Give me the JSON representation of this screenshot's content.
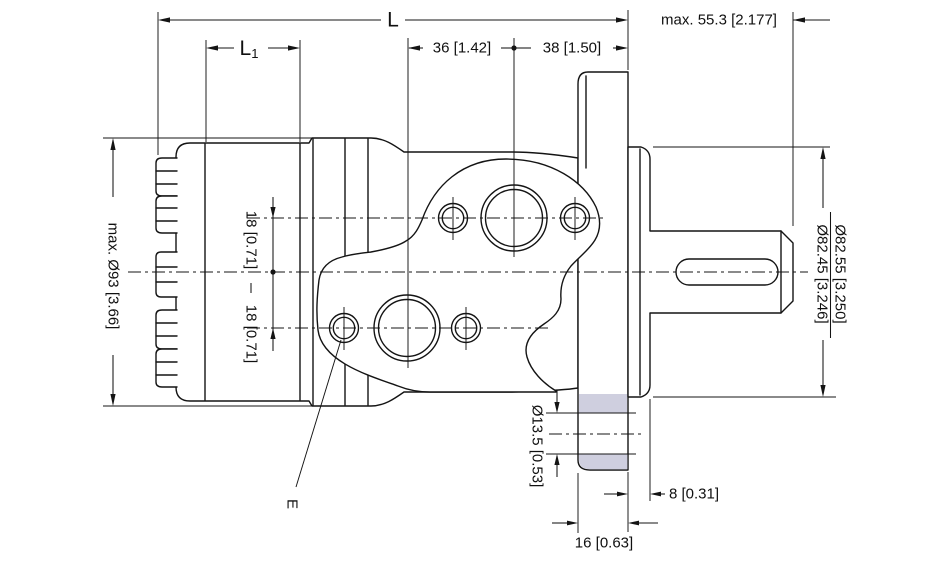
{
  "drawing": {
    "type": "hydraulic-motor-dimension-drawing",
    "dimensions": {
      "overall_length": "L",
      "l1_main": "L",
      "l1_sub": "1",
      "port_horizontal_offset": "36 [1.42]",
      "port_to_mounting_face": "38 [1.50]",
      "shaft_protrusion": "max. 55.3 [2.177]",
      "max_body_diameter": "max. Ø93 [3.66]",
      "port_spacing_upper": "18 [0.71]",
      "port_spacing_lower": "18 [0.71]",
      "pilot_diameter_max": "Ø82.55 [3.250]",
      "pilot_diameter_min": "Ø82.45 [3.246]",
      "mounting_hole_diameter": "Ø13.5 [0.53]",
      "pilot_depth": "8 [0.31]",
      "flange_thickness": "16 [0.63]"
    },
    "labels": {
      "drain_port": "E"
    },
    "colors": {
      "line": "#141414",
      "text": "#101010",
      "shading": "#cfcfdf",
      "background": "#ffffff"
    }
  }
}
